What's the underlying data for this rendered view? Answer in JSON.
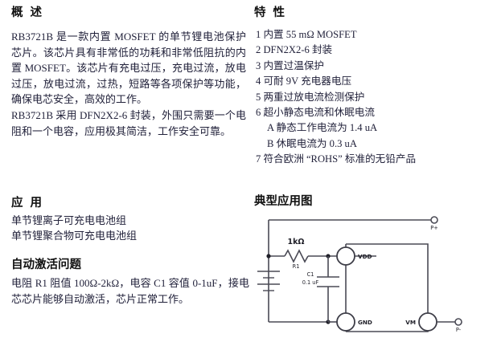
{
  "document": {
    "part_number": "RB3721B"
  },
  "overview": {
    "heading": "概 述",
    "paragraph1": "RB3721B 是一款内置 MOSFET 的单节锂电池保护芯片。该芯片具有非常低的功耗和非常低阻抗的内置 MOSFET。该芯片有充电过压，充电过流，放电过压，放电过流，过热，短路等各项保护等功能，确保电芯安全，高效的工作。",
    "paragraph2": "RB3721B 采用 DFN2X2-6 封装，外围只需要一个电阻和一个电容，应用极其简洁，工作安全可靠。"
  },
  "features": {
    "heading": "特 性",
    "items": [
      "1 内置 55 mΩ  MOSFET",
      "2 DFN2X2-6 封装",
      "3 内置过温保护",
      "4 可耐 9V 充电器电压",
      "5 两重过放电流检测保护",
      "6 超小静态电流和休眠电流",
      "A 静态工作电流为 1.4 uA",
      "B 休眠电流为 0.3 uA",
      "7 符合欧洲 “ROHS” 标准的无铅产品"
    ]
  },
  "applications": {
    "heading": "应 用",
    "items": [
      "单节锂离子可充电电池组",
      "单节锂聚合物可充电电池组"
    ]
  },
  "auto_activation": {
    "heading": "自动激活问题",
    "paragraph": "电阻 R1 阻值 100Ω-2kΩ，电容 C1 容值 0-1uF，接电芯芯片能够自动激活，芯片正常工作。"
  },
  "typical_application": {
    "heading": "典型应用图",
    "labels": {
      "resistor_value": "1kΩ",
      "resistor_ref": "R1",
      "cap_ref": "C1",
      "cap_value": "0.1 uF",
      "pin_vdd": "VDD",
      "pin_gnd": "GND",
      "pin_vm": "VM",
      "terminal_pos": "P+",
      "terminal_neg": "P-"
    }
  },
  "colors": {
    "text": "#22223b",
    "heading": "#111111",
    "wire": "#4a4a55",
    "page_bg": "#ffffff"
  }
}
